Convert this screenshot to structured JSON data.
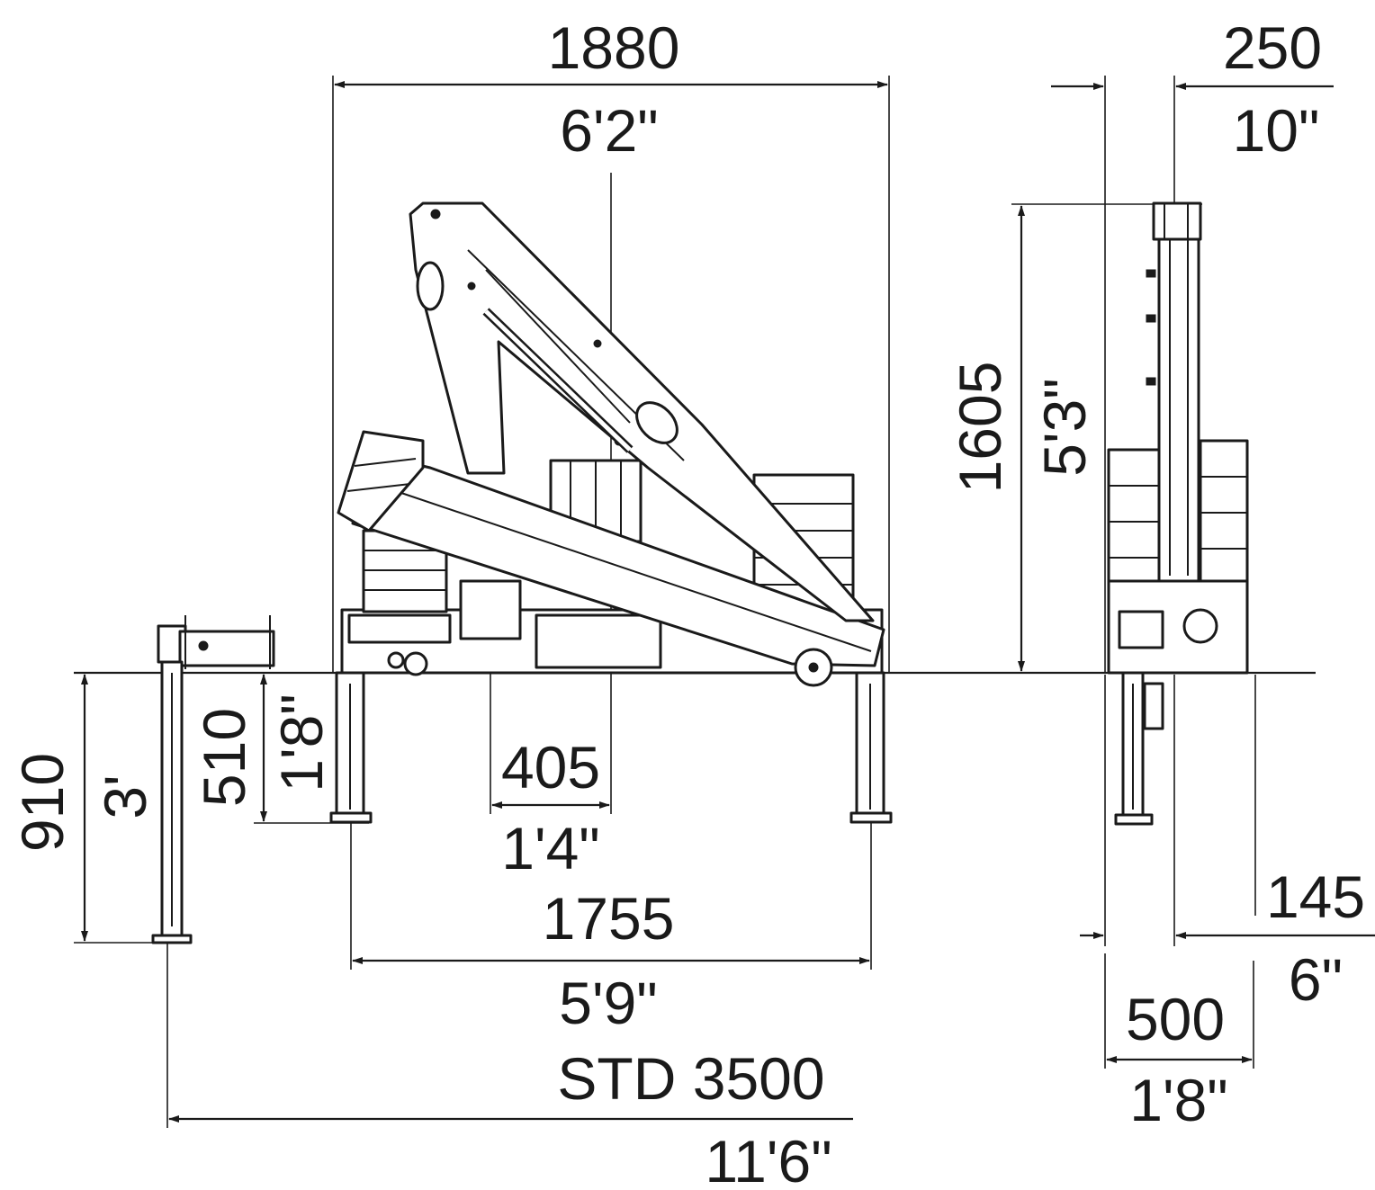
{
  "dimensions": {
    "overall_width_mm": "1880",
    "overall_width_ft": "6'2\"",
    "side_width_mm": "250",
    "side_width_in": "10\"",
    "height_mm": "1605",
    "height_ft": "5'3\"",
    "stab_offset_mm": "405",
    "stab_offset_ft": "1'4\"",
    "stab_span_mm": "1755",
    "stab_span_ft": "5'9\"",
    "stab_depth_mm": "510",
    "stab_depth_ft": "1'8\"",
    "ext_stab_depth_mm": "910",
    "ext_stab_depth_ft": "3'",
    "std_span_mm": "STD 3500",
    "std_span_ft": "11'6\"",
    "side_offset_mm": "145",
    "side_offset_in": "6\"",
    "base_width_mm": "500",
    "base_width_ft": "1'8\""
  }
}
